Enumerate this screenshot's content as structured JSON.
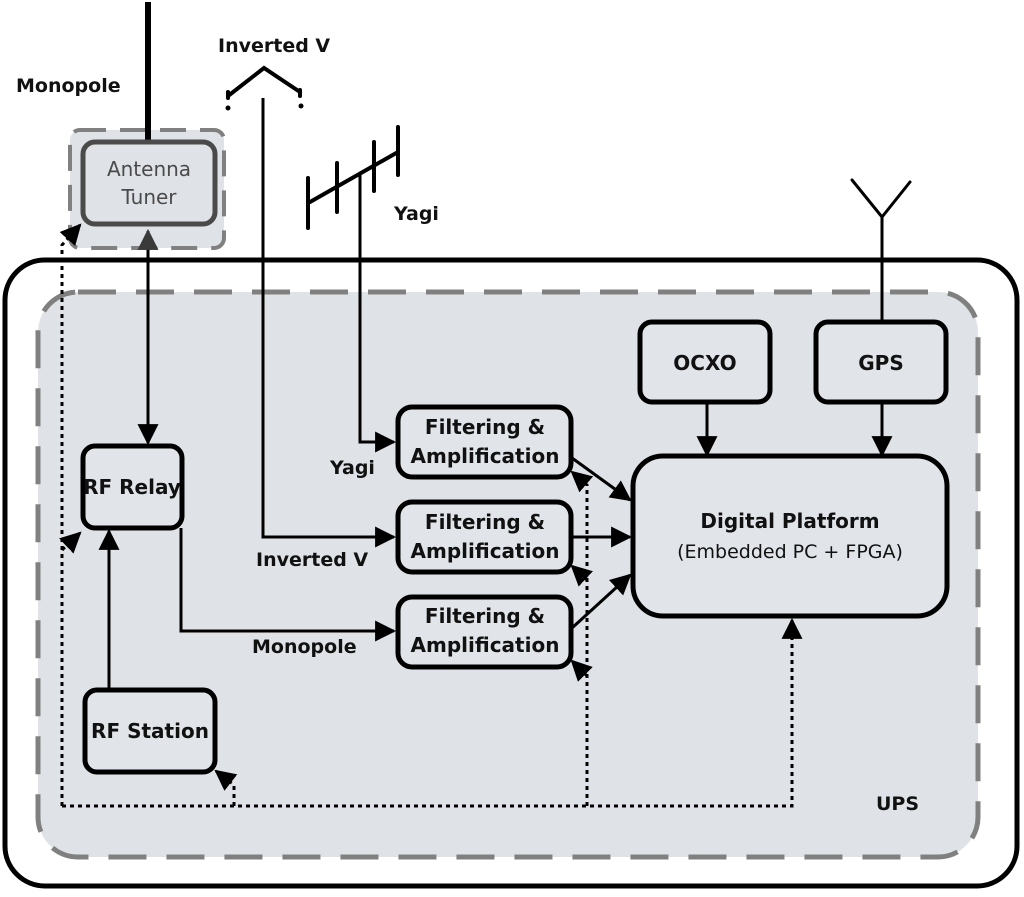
{
  "diagram": {
    "antennas": {
      "monopole": "Monopole",
      "inverted_v": "Inverted V",
      "yagi": "Yagi"
    },
    "blocks": {
      "antenna_tuner": [
        "Antenna",
        "Tuner"
      ],
      "rf_relay": "RF Relay",
      "rf_station": "RF Station",
      "filter_amp_1": [
        "Filtering &",
        "Amplification"
      ],
      "filter_amp_2": [
        "Filtering &",
        "Amplification"
      ],
      "filter_amp_3": [
        "Filtering &",
        "Amplification"
      ],
      "ocxo": "OCXO",
      "gps": "GPS",
      "digital_platform": [
        "Digital Platform",
        "(Embedded PC + FPGA)"
      ]
    },
    "signal_labels": {
      "yagi": "Yagi",
      "inverted_v": "Inverted V",
      "monopole": "Monopole"
    },
    "enclosure_label": "UPS",
    "colors": {
      "box_fill": "#e1e5e9",
      "ups_fill": "#dfe3e7",
      "dashed_border": "#808080",
      "line": "#000000",
      "tuner_border": "#4a4a4a"
    }
  }
}
